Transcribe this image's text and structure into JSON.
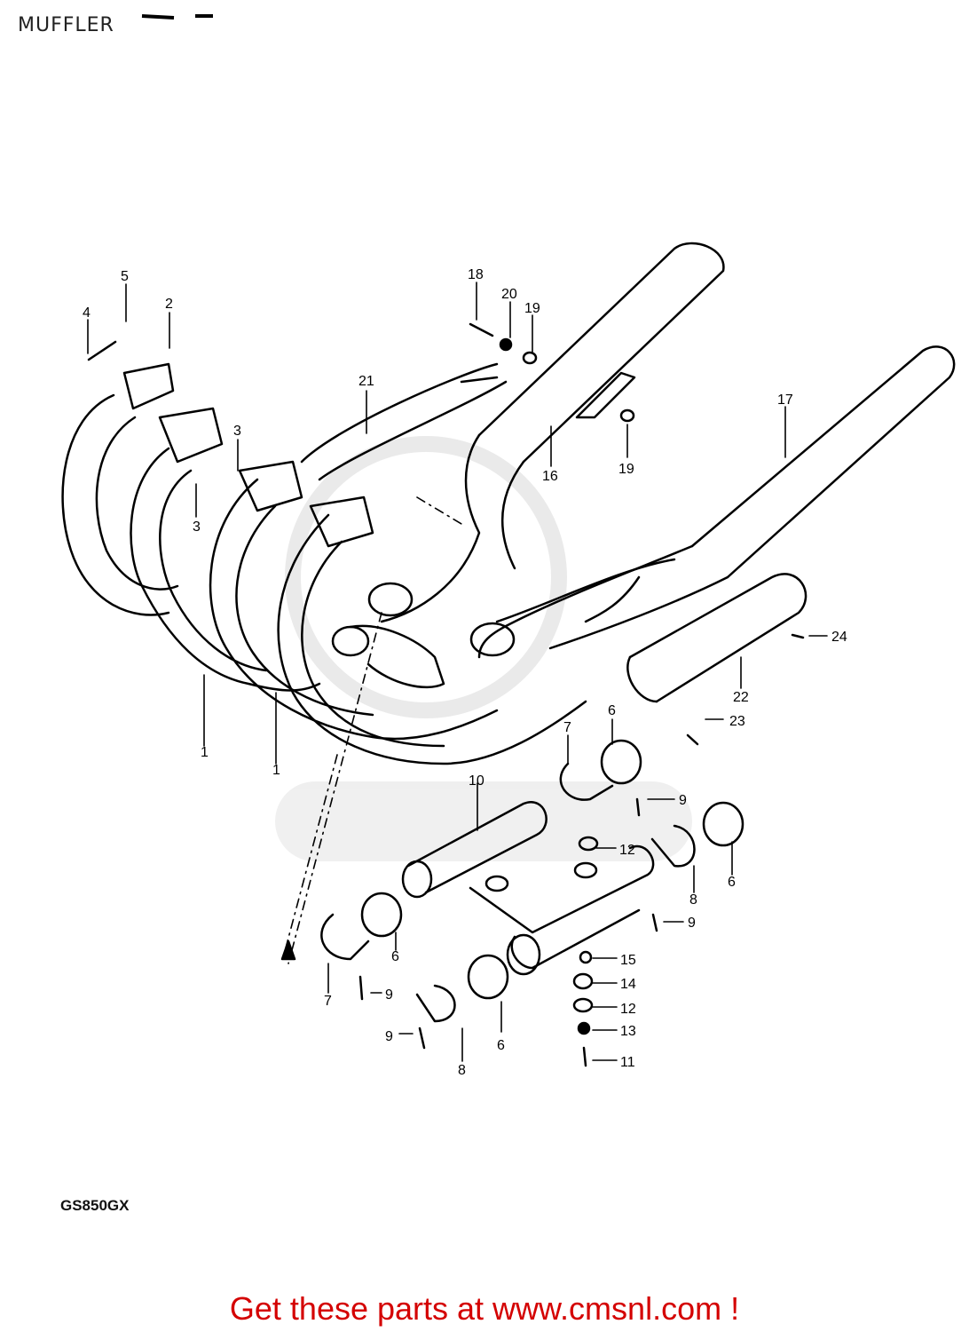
{
  "header": {
    "title": "MUFFLER"
  },
  "diagram": {
    "model": "GS850GX",
    "parts": [
      {
        "id": "p1a",
        "label": "1"
      },
      {
        "id": "p1b",
        "label": "1"
      },
      {
        "id": "p2",
        "label": "2"
      },
      {
        "id": "p3a",
        "label": "3"
      },
      {
        "id": "p3b",
        "label": "3"
      },
      {
        "id": "p4",
        "label": "4"
      },
      {
        "id": "p5",
        "label": "5"
      },
      {
        "id": "p6a",
        "label": "6"
      },
      {
        "id": "p6b",
        "label": "6"
      },
      {
        "id": "p6c",
        "label": "6"
      },
      {
        "id": "p6d",
        "label": "6"
      },
      {
        "id": "p7a",
        "label": "7"
      },
      {
        "id": "p7b",
        "label": "7"
      },
      {
        "id": "p8a",
        "label": "8"
      },
      {
        "id": "p8b",
        "label": "8"
      },
      {
        "id": "p9a",
        "label": "9"
      },
      {
        "id": "p9b",
        "label": "9"
      },
      {
        "id": "p9c",
        "label": "9"
      },
      {
        "id": "p9d",
        "label": "9"
      },
      {
        "id": "p10",
        "label": "10"
      },
      {
        "id": "p11",
        "label": "11"
      },
      {
        "id": "p12a",
        "label": "12"
      },
      {
        "id": "p12b",
        "label": "12"
      },
      {
        "id": "p13",
        "label": "13"
      },
      {
        "id": "p14",
        "label": "14"
      },
      {
        "id": "p15",
        "label": "15"
      },
      {
        "id": "p16",
        "label": "16"
      },
      {
        "id": "p17",
        "label": "17"
      },
      {
        "id": "p18",
        "label": "18"
      },
      {
        "id": "p19a",
        "label": "19"
      },
      {
        "id": "p19b",
        "label": "19"
      },
      {
        "id": "p20",
        "label": "20"
      },
      {
        "id": "p21",
        "label": "21"
      },
      {
        "id": "p22",
        "label": "22"
      },
      {
        "id": "p23",
        "label": "23"
      },
      {
        "id": "p24",
        "label": "24"
      }
    ]
  },
  "footer": {
    "text": "Get these parts at www.cmsnl.com !"
  }
}
